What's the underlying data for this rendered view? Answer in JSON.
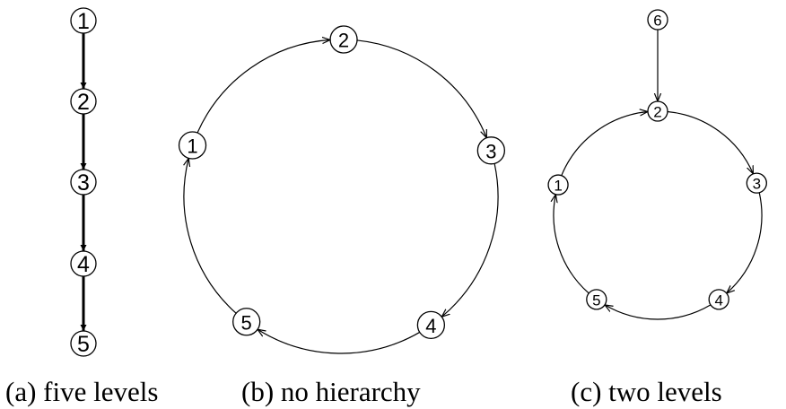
{
  "panels": [
    {
      "id": "a",
      "caption": "(a)  five levels",
      "nodes": [
        "1",
        "2",
        "3",
        "4",
        "5"
      ],
      "edges": [
        [
          "1",
          "2"
        ],
        [
          "2",
          "3"
        ],
        [
          "3",
          "4"
        ],
        [
          "4",
          "5"
        ]
      ]
    },
    {
      "id": "b",
      "caption": "(b)  no hierarchy",
      "nodes": [
        "1",
        "2",
        "3",
        "4",
        "5"
      ],
      "edges": [
        [
          "1",
          "2"
        ],
        [
          "2",
          "3"
        ],
        [
          "3",
          "4"
        ],
        [
          "4",
          "5"
        ],
        [
          "5",
          "1"
        ]
      ]
    },
    {
      "id": "c",
      "caption": "(c)  two levels",
      "nodes": [
        "1",
        "2",
        "3",
        "4",
        "5",
        "6"
      ],
      "edges": [
        [
          "6",
          "2"
        ],
        [
          "1",
          "2"
        ],
        [
          "2",
          "3"
        ],
        [
          "3",
          "4"
        ],
        [
          "4",
          "5"
        ],
        [
          "5",
          "1"
        ]
      ]
    }
  ]
}
